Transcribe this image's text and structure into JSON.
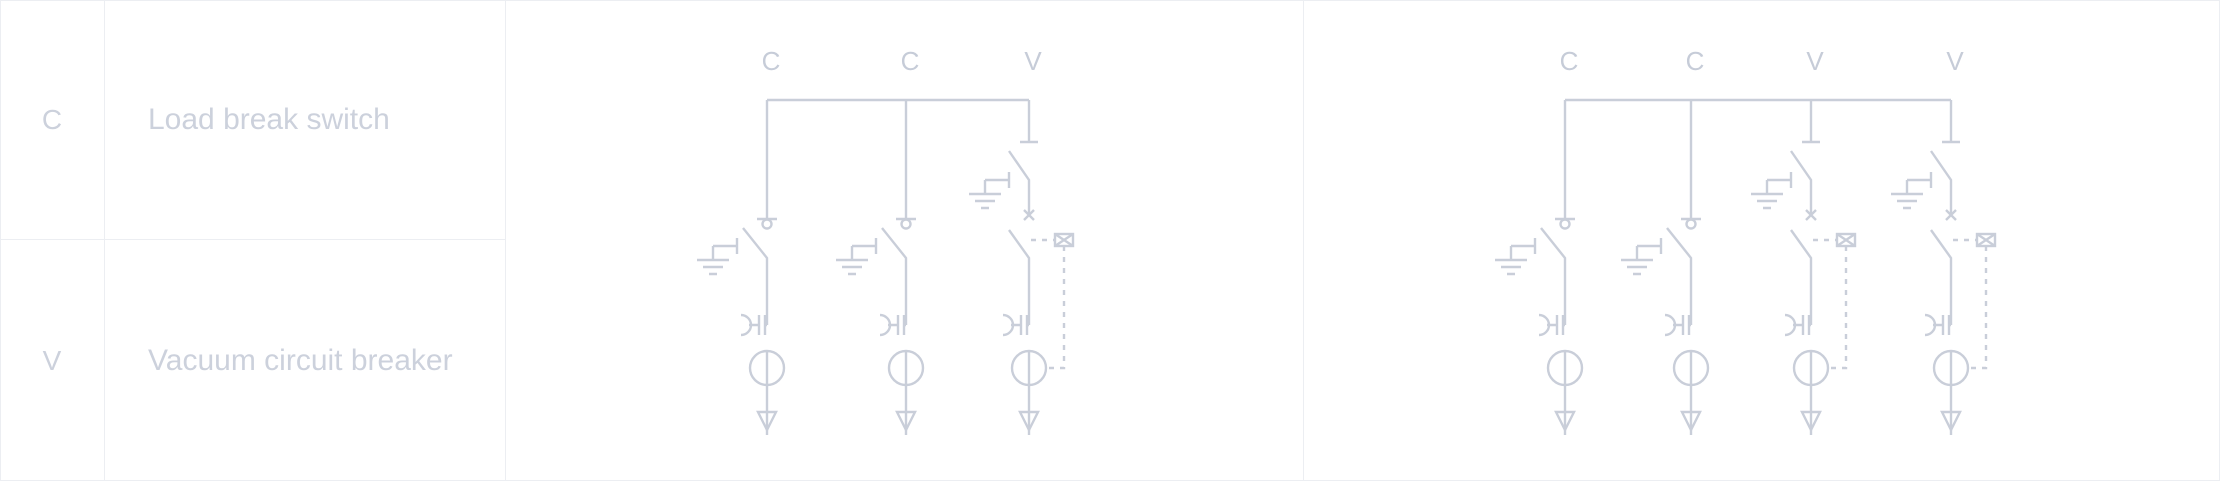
{
  "legend": {
    "rows": [
      {
        "code": "C",
        "description": "Load break switch"
      },
      {
        "code": "V",
        "description": "Vacuum circuit breaker"
      }
    ]
  },
  "diagrams": [
    {
      "feeders": [
        "C",
        "C",
        "V"
      ]
    },
    {
      "feeders": [
        "C",
        "C",
        "V",
        "V"
      ]
    }
  ]
}
